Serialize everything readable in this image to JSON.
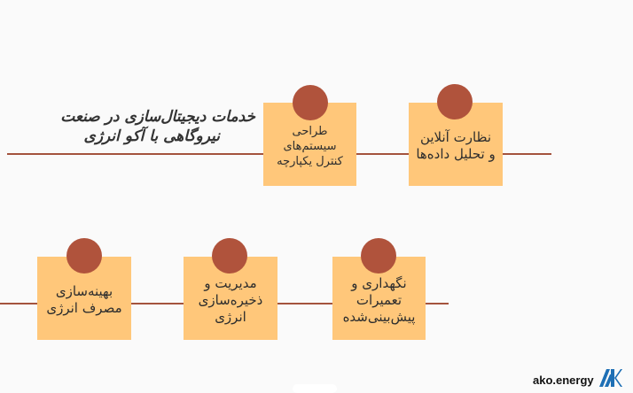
{
  "title": {
    "line1": "خدمات دیجیتال‌سازی در صنعت",
    "line2": "نیروگاهی با آکو انرژی"
  },
  "services": [
    {
      "label": "نظارت آنلاین\nو تحلیل داده‌ها"
    },
    {
      "label": "طراحی\nسیستم‌های\nکنترل یکپارچه"
    },
    {
      "label": "نگهداری و\nتعمیرات\nپیش‌بینی‌شده"
    },
    {
      "label": "مدیریت و\nذخیره‌سازی\nانرژی"
    },
    {
      "label": "بهینه‌سازی\nمصرف انرژی"
    }
  ],
  "brand": {
    "name": "ako.energy",
    "logo_icon": "ak-monogram-icon"
  },
  "colors": {
    "card": "#ffc77a",
    "dot": "#b0533c",
    "line": "#a4533d",
    "logo": "#1e6fb5"
  }
}
